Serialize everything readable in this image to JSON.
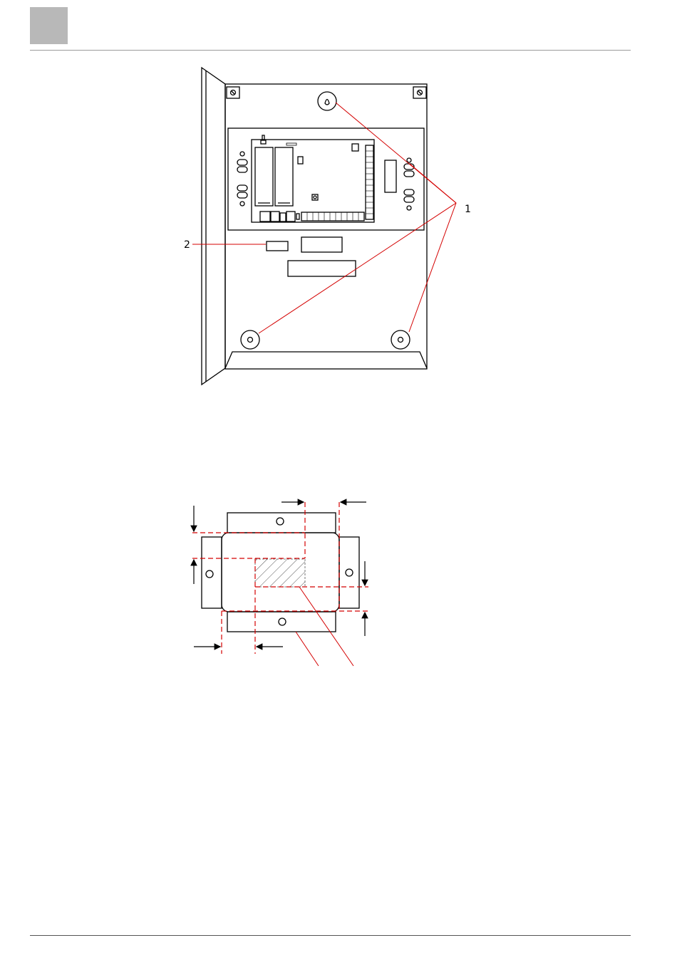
{
  "figure_1": {
    "callouts": [
      {
        "id": "1",
        "label": "1"
      },
      {
        "id": "2",
        "label": "2"
      }
    ]
  },
  "figure_2": {},
  "colors": {
    "line": "#000000",
    "callout": "#d40000",
    "dashed": "#d40000",
    "header_box": "#b8b8b8"
  }
}
